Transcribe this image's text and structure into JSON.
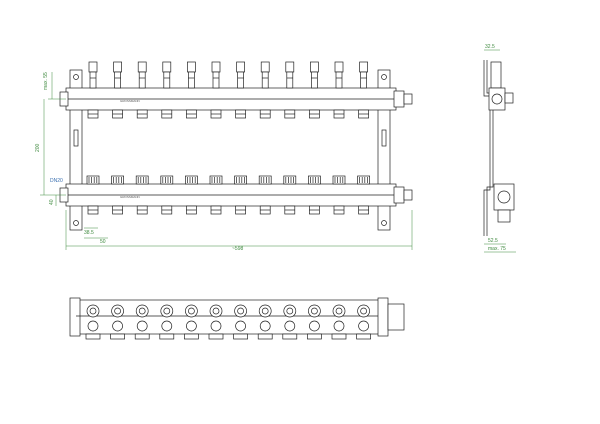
{
  "dimensions": {
    "top_max": "max. 55",
    "height_200": "200",
    "dn_label": "DN20",
    "dim_40": "40",
    "dim_38_5": "38.5",
    "pitch_50": "50",
    "overall_length": "~598",
    "side_top": "32.5",
    "side_bottom_52_5": "52.5",
    "side_max_75": "max. 75"
  },
  "outlets": {
    "count": 12,
    "rows": 2
  },
  "brand_text": "GROSSMANN",
  "colors": {
    "dimension": "#3f8a3f",
    "dn_label": "#3a6fb0",
    "line": "#222222"
  }
}
